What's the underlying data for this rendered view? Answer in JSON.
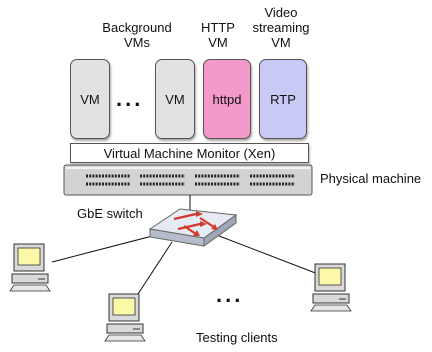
{
  "labels": {
    "background_vms": [
      "Background",
      "VMs"
    ],
    "http_vm": [
      "HTTP",
      "VM"
    ],
    "video_vm": [
      "Video",
      "streaming",
      "VM"
    ],
    "physical_machine": "Physical machine",
    "switch": "GbE switch",
    "testing_clients": "Testing clients"
  },
  "vms": {
    "vm1": "VM",
    "vm2": "VM",
    "httpd": "httpd",
    "rtp": "RTP"
  },
  "vmm": "Virtual Machine Monitor  (Xen)",
  "ellipsis": "...",
  "colors": {
    "vm_gray": "#e2e2e2",
    "httpd_pink": "#f39acb",
    "rtp_lavender": "#c9c9f6",
    "machine_body": "#d3d3d3",
    "switch_body": "#e6eaf2",
    "switch_arrows": "#d23a2e",
    "computer_screen": "#fbf8a8"
  },
  "icons": {
    "physical_machine": "server-rack-icon",
    "switch": "network-switch-icon",
    "client": "desktop-computer-icon"
  }
}
